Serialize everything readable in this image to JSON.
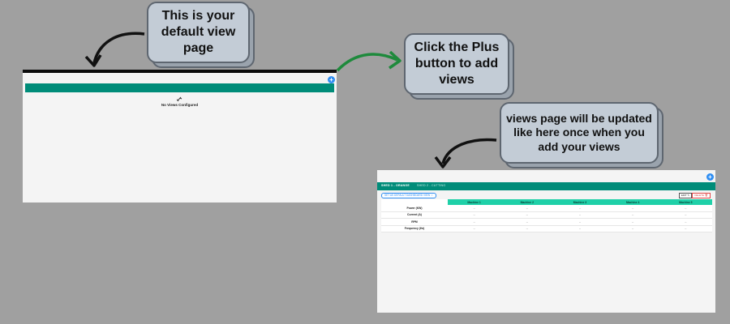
{
  "callouts": {
    "default_view": "This is your default view page",
    "plus_button": "Click the Plus button to add views",
    "updated_page": "views page will be updated like here once when you add your views"
  },
  "default_view": {
    "empty_icon": "broken-link-icon",
    "empty_text": "No Views Configured",
    "plus_glyph": "+"
  },
  "updated_view": {
    "plus_glyph": "+",
    "tabs": [
      {
        "label": "SHED 1 - ORANGE",
        "active": true
      },
      {
        "label": "SHED 2 - CUTTING",
        "active": false
      }
    ],
    "set_default_label": "SET AS DEFAULT DASHBOARD VIEW ☆",
    "edit_label": "EDIT ✎",
    "delete_label": "DELETE 🗑",
    "table": {
      "columns": [
        "Machine 1",
        "Machine 2",
        "Machine 3",
        "Machine 4",
        "Machine 5"
      ],
      "rows": [
        {
          "label": "Power (KW)",
          "values": [
            "--",
            "--",
            "--",
            "--",
            "--"
          ]
        },
        {
          "label": "Current (A)",
          "values": [
            "--",
            "--",
            "--",
            "--",
            "--"
          ]
        },
        {
          "label": "RPM",
          "values": [
            "--",
            "--",
            "--",
            "--",
            "--"
          ]
        },
        {
          "label": "Frequency (Hz)",
          "values": [
            "--",
            "--",
            "--",
            "--",
            "--"
          ]
        }
      ]
    }
  },
  "colors": {
    "background": "#a0a0a0",
    "teal": "#008c79",
    "table_header": "#1fd0a8",
    "plus_blue": "#2f8ef2",
    "callout_fill": "#c3ccd6",
    "arrow_black": "#111111",
    "arrow_green": "#1e8a3c"
  }
}
